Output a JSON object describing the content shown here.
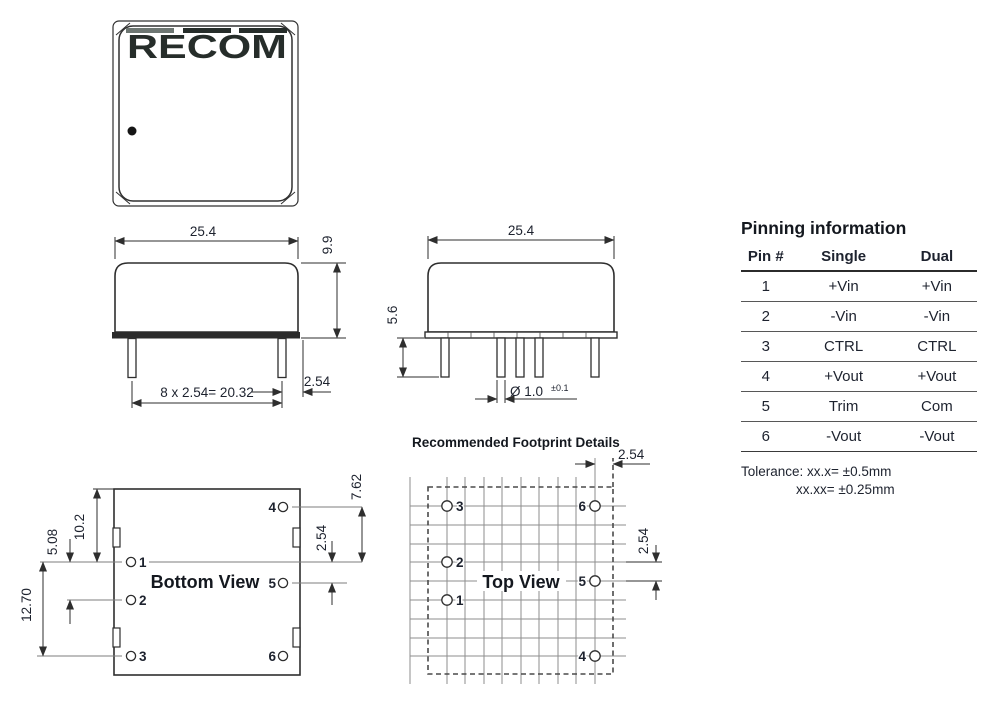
{
  "package_front": {
    "logo_text": "RECOM"
  },
  "side_front": {
    "dim_width": "25.4",
    "dim_height": "9.9",
    "dim_pitch": "8 x 2.54= 20.32",
    "dim_edge": "2.54"
  },
  "side_right": {
    "dim_width": "25.4",
    "dim_pin_len": "5.6",
    "dim_pin_dia": "Ø 1.0",
    "dim_pin_dia_tol": "±0.1"
  },
  "bottom_view": {
    "title": "Bottom View",
    "dim_pin1_top": "10.2",
    "dim_pin1_pin2": "5.08",
    "dim_pin1_pin3": "12.70",
    "dim_pin4_pin1": "7.62",
    "dim_pin1_pin5": "2.54",
    "pins": [
      "1",
      "2",
      "3",
      "4",
      "5",
      "6"
    ]
  },
  "footprint": {
    "title": "Recommended Footprint Details",
    "view_label": "Top View",
    "dim_top": "2.54",
    "dim_right": "2.54",
    "pins": [
      "1",
      "2",
      "3",
      "4",
      "5",
      "6"
    ]
  },
  "pinning": {
    "title": "Pinning information",
    "headers": [
      "Pin #",
      "Single",
      "Dual"
    ],
    "rows": [
      [
        "1",
        "+Vin",
        "+Vin"
      ],
      [
        "2",
        "-Vin",
        "-Vin"
      ],
      [
        "3",
        "CTRL",
        "CTRL"
      ],
      [
        "4",
        "+Vout",
        "+Vout"
      ],
      [
        "5",
        "Trim",
        "Com"
      ],
      [
        "6",
        "-Vout",
        "-Vout"
      ]
    ],
    "tolerance1": "Tolerance: xx.x= ±0.5mm",
    "tolerance2": "xx.xx= ±0.25mm"
  }
}
